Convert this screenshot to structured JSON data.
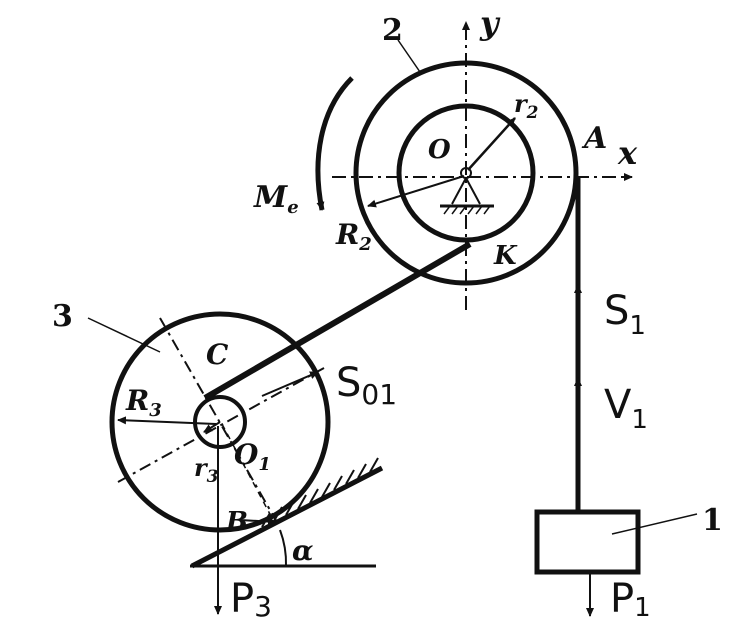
{
  "labels": {
    "body_2": "2",
    "body_3": "3",
    "body_1": "1",
    "axis_y": "y",
    "axis_x": "x",
    "point_O": "O",
    "point_A": "A",
    "point_K": "K",
    "point_C": "C",
    "point_O1": "O",
    "point_O1_sub": "1",
    "point_B": "B",
    "r2": "r",
    "r2_sub": "2",
    "R2": "R",
    "R2_sub": "2",
    "R3": "R",
    "R3_sub": "3",
    "r3": "r",
    "r3_sub": "3",
    "Me": "M",
    "Me_sub": "e",
    "S1": "S",
    "S1_sub": "1",
    "V1": "V",
    "V1_sub": "1",
    "S01": "S",
    "S01_sub": "01",
    "P3": "P",
    "P3_sub": "3",
    "P1": "P",
    "P1_sub": "1",
    "alpha": "α"
  },
  "colors": {
    "ink": "#111111",
    "background": "#ffffff"
  }
}
